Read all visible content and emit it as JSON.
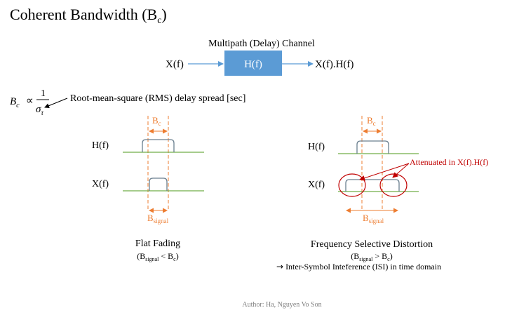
{
  "slide": {
    "title": "Coherent Bandwidth (B",
    "title_sub": "c",
    "title_close": ")",
    "author": "Author: Ha, Nguyen Vo Son"
  },
  "channel": {
    "caption": "Multipath (Delay) Channel",
    "input_label": "X(f)",
    "block_label": "H(f)",
    "output_label": "X(f).H(f)"
  },
  "formula": {
    "lhs": "B",
    "lhs_sub": "c",
    "relation": "∝",
    "numerator": "1",
    "denominator": "σ",
    "denominator_sub": "τ",
    "note": "Root-mean-square (RMS) delay spread [sec]"
  },
  "flat": {
    "h_label": "H(f)",
    "x_label": "X(f)",
    "bc_label": "B",
    "bc_sub": "c",
    "bsignal_label": "B",
    "bsignal_sub": "signal",
    "title": "Flat Fading",
    "cond_open": "(B",
    "cond_sub1": "signal",
    "cond_mid": " < B",
    "cond_sub2": "c",
    "cond_close": ")"
  },
  "selective": {
    "h_label": "H(f)",
    "x_label": "X(f)",
    "bc_label": "B",
    "bc_sub": "c",
    "bsignal_label": "B",
    "bsignal_sub": "signal",
    "attenuated": "Attenuated in X(f).H(f)",
    "title": "Frequency Selective Distortion",
    "cond_open": "(B",
    "cond_sub1": "signal",
    "cond_mid": " > B",
    "cond_sub2": "c",
    "cond_close": ")",
    "isi_arrow": "→",
    "isi_note": " Inter-Symbol Inteference (ISI) in time domain"
  },
  "colors": {
    "block_fill": "#5b9bd5",
    "arrow_blue": "#5b9bd5",
    "baseline_green": "#70ad47",
    "spectrum_gray": "#6a7f8f",
    "bandwidth_orange": "#ed7d31",
    "annotation_red": "#c00000"
  }
}
